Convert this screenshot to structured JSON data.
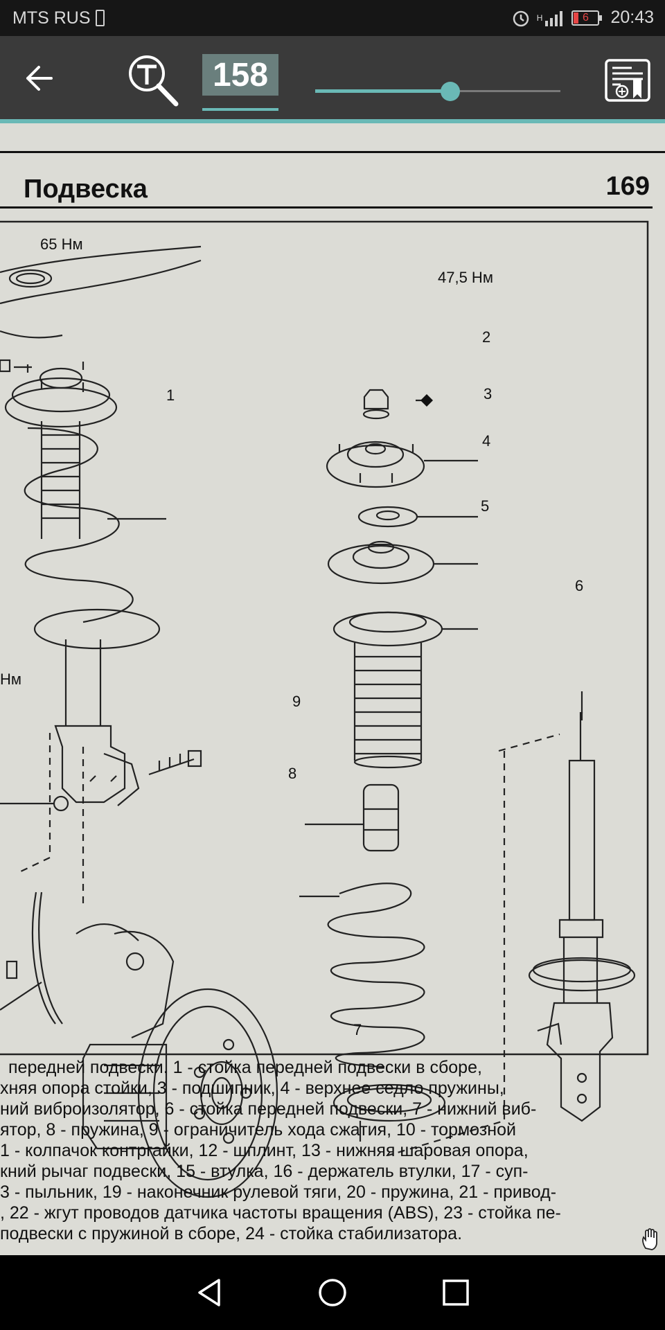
{
  "status_bar": {
    "carrier": "MTS RUS",
    "signal_label": "H",
    "battery_level": "6",
    "time": "20:43"
  },
  "toolbar": {
    "back_icon": "arrow-left-icon",
    "search_icon": "search-text-icon",
    "page_input_value": "158",
    "slider_fraction": 0.55,
    "toc_icon": "bookmark-list-icon",
    "accent_color": "#6ab9b6"
  },
  "document": {
    "section_title": "Подвеска",
    "page_number": "169",
    "torque_labels": {
      "top_left": "65 Нм",
      "top_nut": "47,5 Нм",
      "left_nut": "Нм"
    },
    "part_numbers": [
      "1",
      "2",
      "3",
      "4",
      "5",
      "6",
      "7",
      "8",
      "9"
    ],
    "caption_lines": [
      "передней подвески. 1 - стойка передней подвески в сборе,",
      "хняя опора стойки, 3 - подшипник, 4 - верхнее седло пружины,",
      "ний виброизолятор, 6 - стойка передней подвески, 7 - нижний виб-",
      "ятор, 8 - пружина, 9 - ограничитель хода сжатия, 10 - тормозной",
      "1 - колпачок контргайки, 12 - шплинт, 13 - нижняя шаровая опора,",
      "кний рычаг подвески, 15 - втулка, 16 - держатель втулки, 17 - суп-",
      "3 - пыльник, 19 - наконечник рулевой тяги, 20 - пружина, 21 - привод-",
      ", 22 - жгут проводов датчика частоты вращения (ABS), 23 - стойка пе-",
      "подвески с пружиной в сборе, 24 - стойка стабилизатора."
    ]
  },
  "nav_bar": {
    "back": "triangle-back-icon",
    "home": "circle-home-icon",
    "recents": "square-recents-icon"
  }
}
